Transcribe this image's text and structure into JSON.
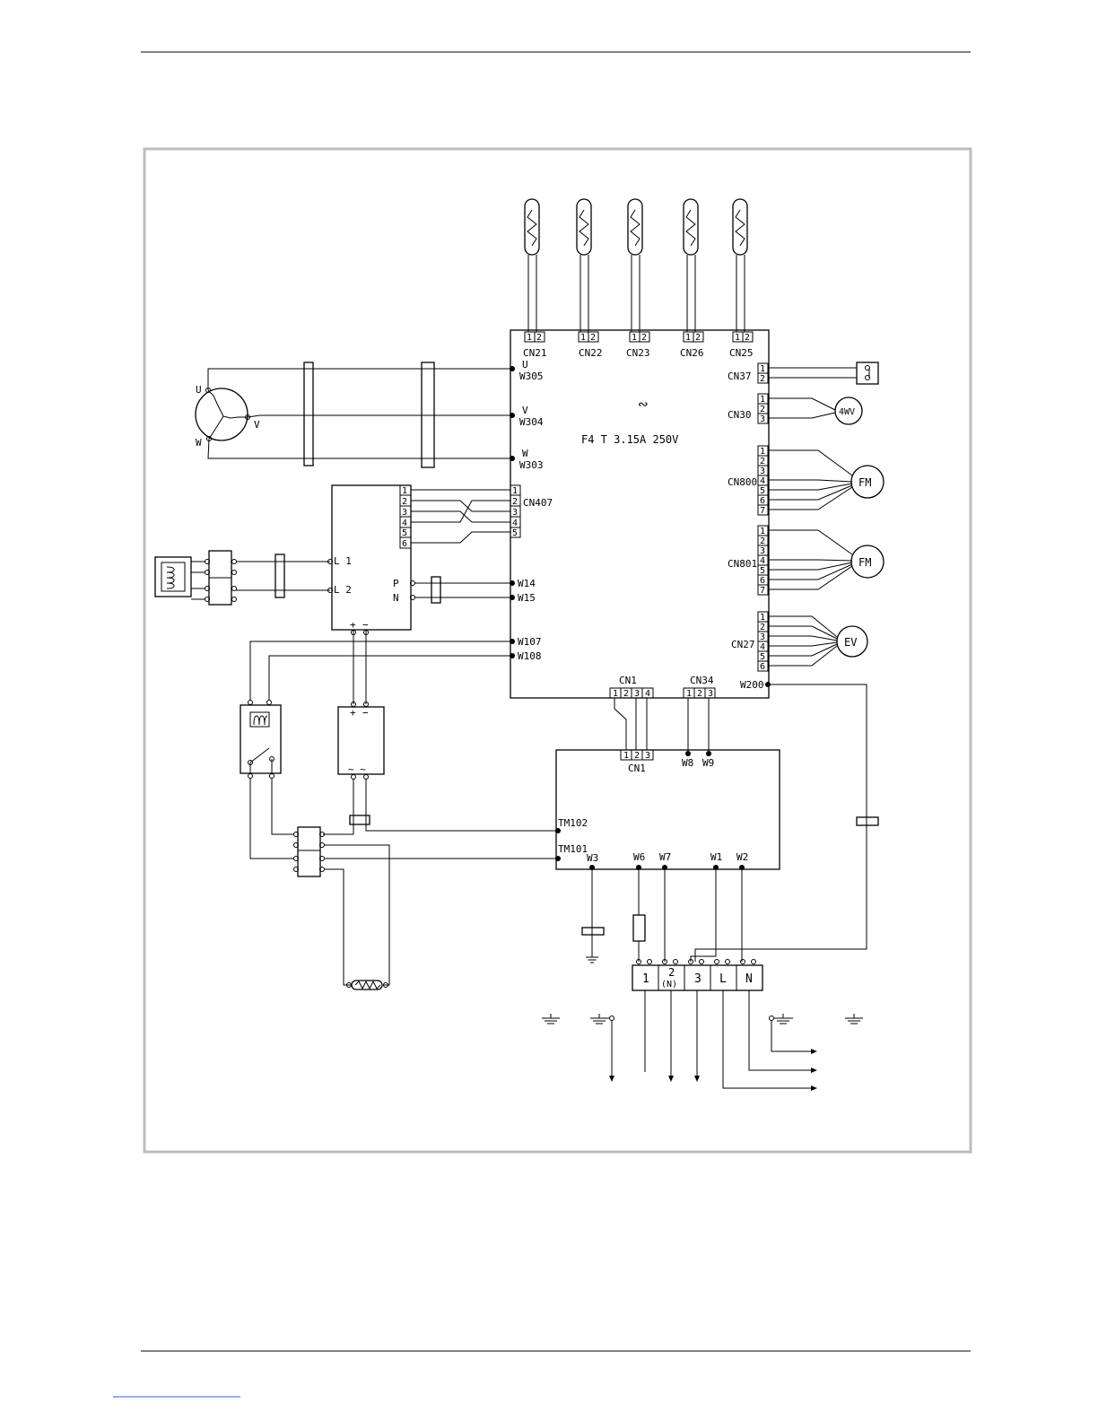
{
  "board": {
    "fuse_symbol": "∾",
    "fuse_rating": "F4  T  3.15A  250V",
    "compressor_terminals": [
      {
        "phase": "U",
        "wire": "W305"
      },
      {
        "phase": "V",
        "wire": "W304"
      },
      {
        "phase": "W",
        "wire": "W303"
      }
    ],
    "thermistor_connectors": [
      "CN21",
      "CN22",
      "CN23",
      "CN26",
      "CN25"
    ],
    "right_connectors": {
      "cn37": "CN37",
      "cn30": "CN30",
      "cn800": "CN800",
      "cn801": "CN801",
      "cn27": "CN27"
    },
    "cn407": "CN407",
    "w14": "W14",
    "w15": "W15",
    "w107": "W107",
    "w108": "W108",
    "cn1": "CN1",
    "cn34": "CN34",
    "w200": "W200"
  },
  "compressor": {
    "u": "U",
    "v": "V",
    "w": "W"
  },
  "devices": {
    "valve4way": "4WV",
    "fan_motor_1": "FM",
    "fan_motor_2": "FM",
    "expansion_valve": "EV"
  },
  "inverter": {
    "l1": "L 1",
    "l2": "L 2",
    "p": "P",
    "n": "N",
    "plus": "+",
    "minus": "−",
    "pin_numbers": [
      "1",
      "2",
      "3",
      "4",
      "5",
      "6"
    ]
  },
  "rectifier": {
    "plus": "+",
    "minus": "−",
    "ac": "~ ~"
  },
  "sub_board": {
    "cn1": "CN1",
    "w8": "W8",
    "w9": "W9",
    "tm102": "TM102",
    "tm101": "TM101",
    "w3": "W3",
    "w6": "W6",
    "w7": "W7",
    "w1": "W1",
    "w2": "W2"
  },
  "terminal_block": [
    "1",
    "2\n(N)",
    "3",
    "L",
    "N"
  ],
  "terminal_block_display": {
    "t1": "1",
    "t2a": "2",
    "t2b": "(N)",
    "t3": "3",
    "tl": "L",
    "tn": "N"
  },
  "pins": {
    "n1": "1",
    "n2": "2",
    "n3": "3",
    "n4": "4",
    "n5": "5",
    "n6": "6",
    "n7": "7"
  }
}
